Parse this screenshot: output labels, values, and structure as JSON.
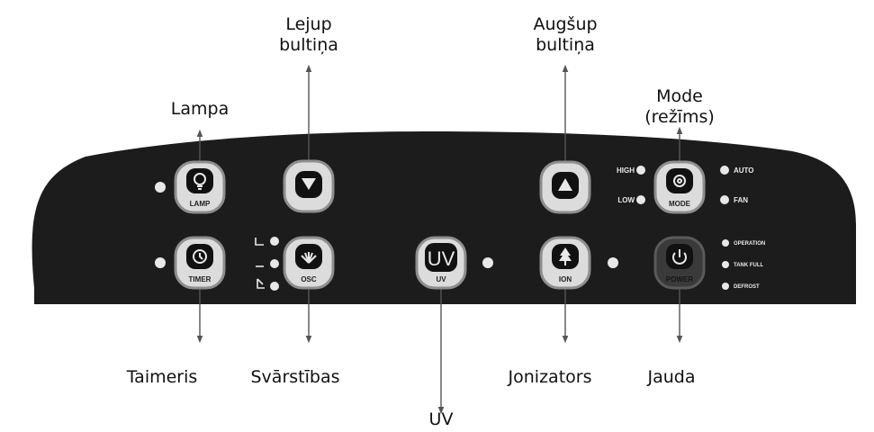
{
  "callouts": {
    "lamp": "Lampa",
    "down": "Lejup\nbultiņa",
    "up": "Augšup\nbultiņa",
    "mode": "Mode\n(režīms)",
    "timer": "Taimeris",
    "osc": "Svārstības",
    "uv": "UV",
    "ion": "Jonizators",
    "power": "Jauda"
  },
  "buttons": {
    "lamp": "LAMP",
    "timer": "TIMER",
    "osc": "OSC",
    "uv_big": "UV",
    "uv_small": "UV",
    "ion": "ION",
    "mode": "MODE",
    "power": "POWER"
  },
  "indicators": {
    "high": "HIGH",
    "low": "LOW",
    "auto": "AUTO",
    "fan": "FAN",
    "operation": "OPERATION",
    "tank_full": "TANK FULL",
    "defrost": "DEFROST"
  },
  "colors": {
    "panel": "#1c1c1c",
    "button_face": "#dcdcdc",
    "button_rim": "#8e8e8e",
    "icon_bg": "#111111",
    "power_face": "#3a3a3a",
    "led": "#e8e8e8",
    "arrow": "#555555"
  }
}
